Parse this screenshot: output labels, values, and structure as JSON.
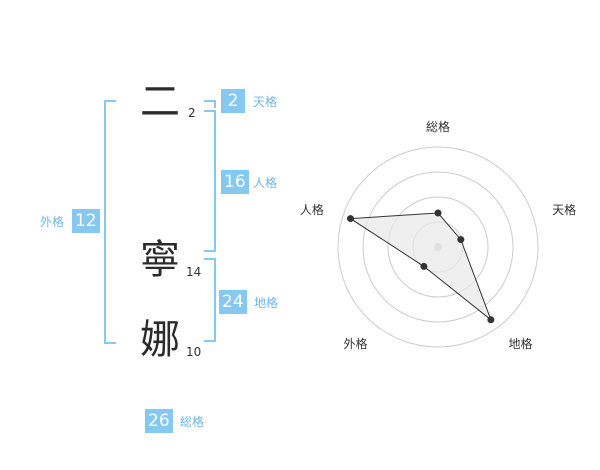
{
  "name": {
    "chars": [
      {
        "char": "二",
        "strokes": "2"
      },
      {
        "char": "寧",
        "strokes": "14"
      },
      {
        "char": "娜",
        "strokes": "10"
      }
    ]
  },
  "fortune": {
    "tenkaku": {
      "value": "2",
      "label": "天格"
    },
    "jinkaku": {
      "value": "16",
      "label": "人格"
    },
    "chikaku": {
      "value": "24",
      "label": "地格"
    },
    "gaikaku": {
      "value": "12",
      "label": "外格"
    },
    "soukaku": {
      "value": "26",
      "label": "総格"
    }
  },
  "chart_data": {
    "type": "radar",
    "axes": [
      "総格",
      "天格",
      "地格",
      "外格",
      "人格"
    ],
    "values": [
      1.7,
      1.2,
      4.5,
      1.2,
      4.6
    ],
    "max": 5,
    "rings": 4,
    "colors": {
      "fill": "#e8e8e8",
      "line": "#333333",
      "grid": "#cccccc",
      "point": "#333333"
    }
  }
}
